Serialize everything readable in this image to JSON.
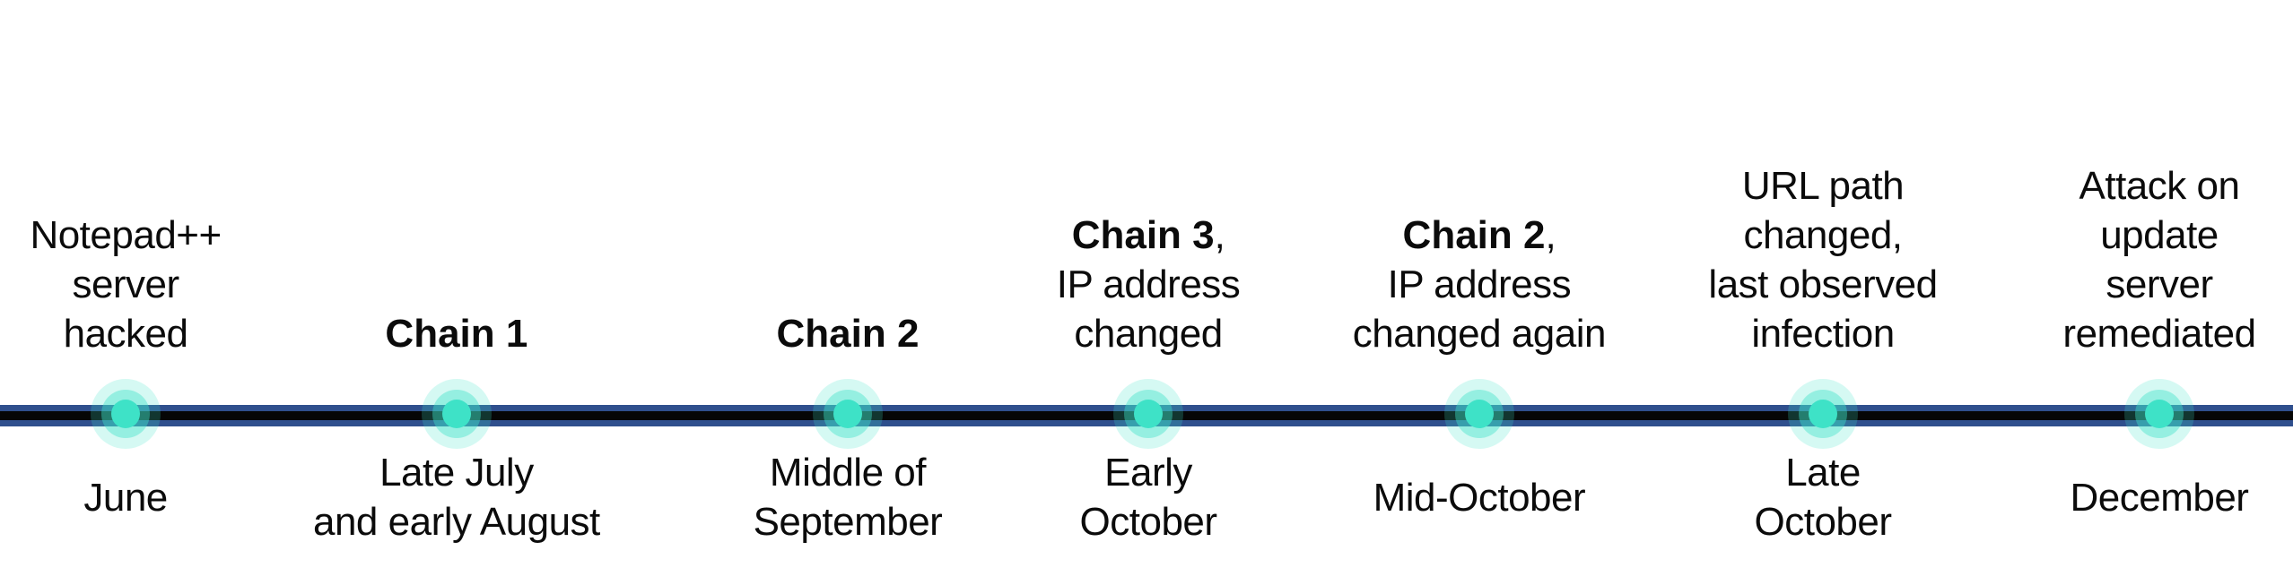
{
  "diagram": {
    "type": "timeline",
    "orientation": "horizontal",
    "subject": "Notepad++ update-server attack timeline"
  },
  "colors": {
    "background": "#ffffff",
    "text": "#0b0b0b",
    "line-navy": "#2f4f8d",
    "line-black": "#060606",
    "dot-teal": "#3ee2c7",
    "dot-glow-mid": "rgba(62,226,199,0.42)",
    "dot-glow-outer": "rgba(62,226,199,0.22)"
  },
  "events": [
    {
      "id": "notepad-server-hacked",
      "title_lines": [
        "Notepad++",
        "server",
        "hacked"
      ],
      "title_text": "Notepad++ server hacked",
      "date_lines": [
        "June"
      ],
      "date_text": "June"
    },
    {
      "id": "chain-1",
      "title_bold": "Chain 1",
      "title_text": "Chain 1",
      "date_lines": [
        "Late July",
        "and early August"
      ],
      "date_text": "Late July and early August"
    },
    {
      "id": "chain-2",
      "title_bold": "Chain 2",
      "title_text": "Chain 2",
      "date_lines": [
        "Middle of",
        "September"
      ],
      "date_text": "Middle of September"
    },
    {
      "id": "chain-3-ip-address-changed",
      "title_bold": "Chain 3",
      "title_bold_suffix": ",",
      "title_lines": [
        "IP address",
        "changed"
      ],
      "title_text": "Chain 3, IP address changed",
      "date_lines": [
        "Early",
        "October"
      ],
      "date_text": "Early October"
    },
    {
      "id": "chain-2-ip-address-changed-again",
      "title_bold": "Chain 2",
      "title_bold_suffix": ",",
      "title_lines": [
        "IP address",
        "changed again"
      ],
      "title_text": "Chain 2, IP address changed again",
      "date_lines": [
        "Mid-October"
      ],
      "date_text": "Mid-October"
    },
    {
      "id": "url-path-changed-last-observed-infection",
      "title_lines": [
        "URL path",
        "changed,",
        "last observed",
        "infection"
      ],
      "title_text": "URL path changed, last observed infection",
      "date_lines": [
        "Late",
        "October"
      ],
      "date_text": "Late October"
    },
    {
      "id": "attack-on-update-server-remediated",
      "title_lines": [
        "Attack on",
        "update",
        "server",
        "remediated"
      ],
      "title_text": "Attack on update server remediated",
      "date_lines": [
        "December"
      ],
      "date_text": "December"
    }
  ]
}
